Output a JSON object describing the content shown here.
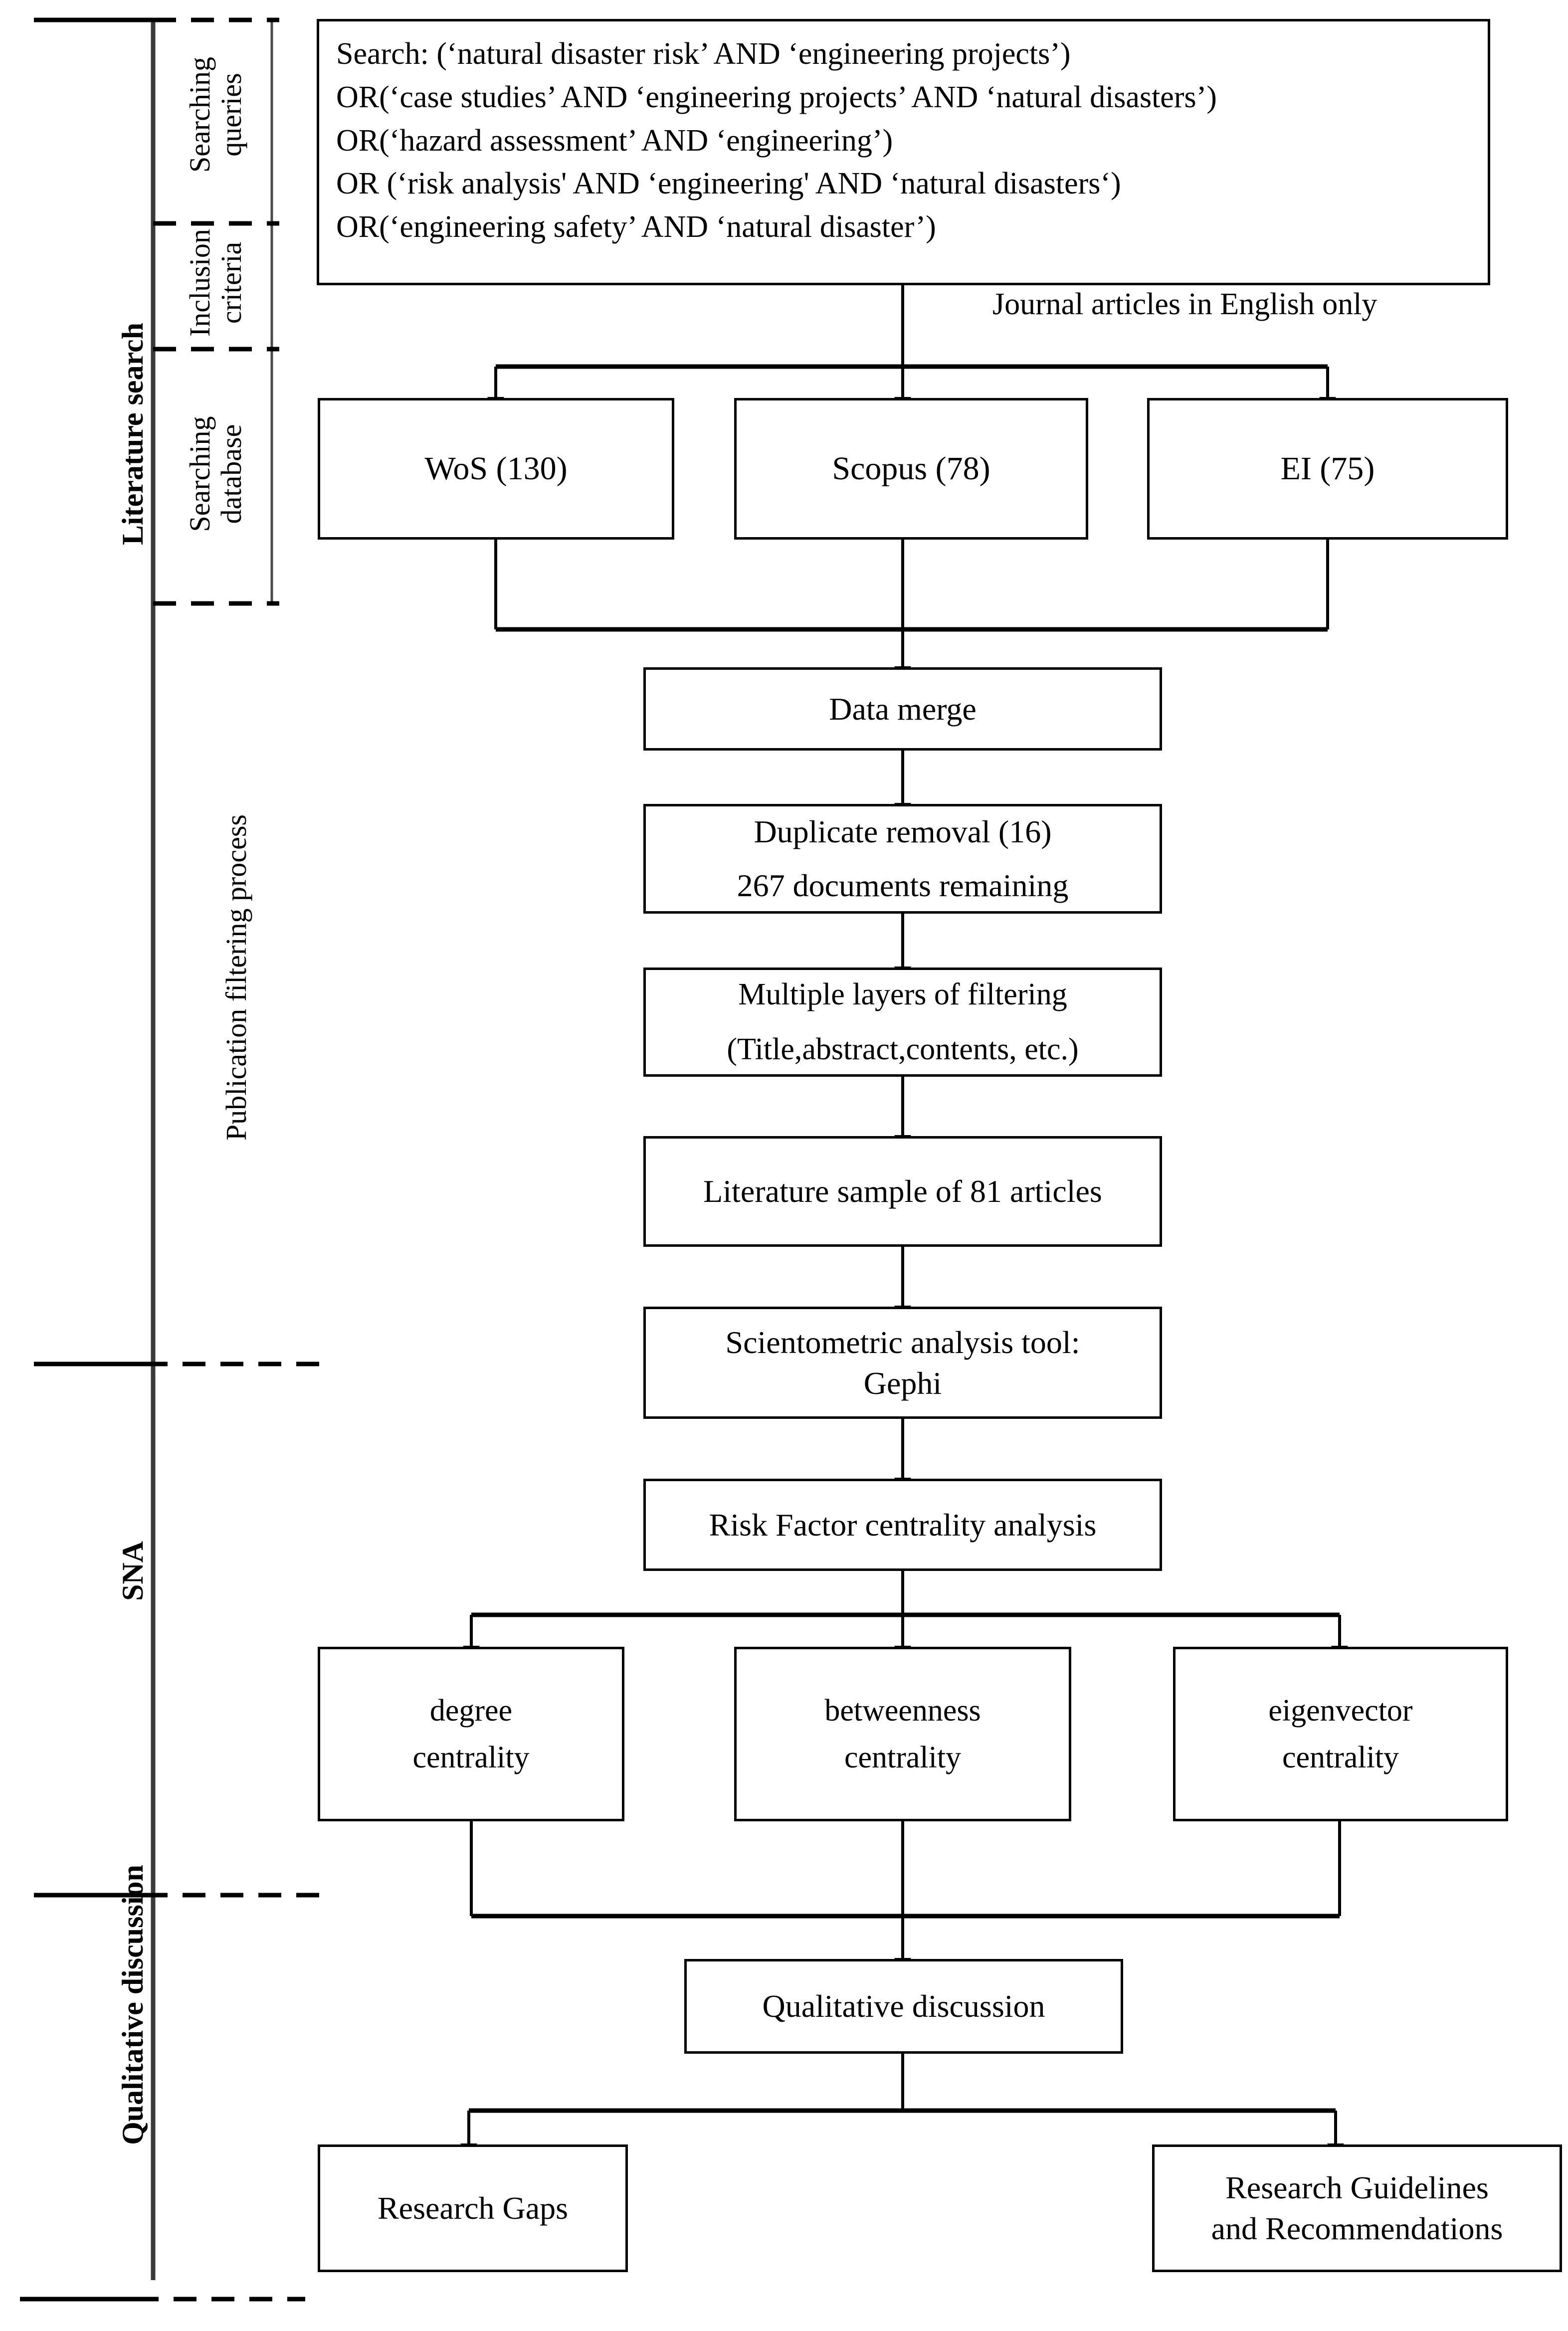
{
  "figure": {
    "type": "flowchart",
    "title": "Literature search and review methodology flowchart"
  },
  "rails": {
    "major": [
      {
        "label": "Literature search"
      },
      {
        "label": "SNA"
      },
      {
        "label": "Qualitative discussion"
      }
    ],
    "minor": [
      {
        "line1": "Searching",
        "line2": "queries"
      },
      {
        "line1": "Inclusion",
        "line2": "criteria"
      },
      {
        "line1": "Searching",
        "line2": "database"
      },
      {
        "line1": "Publication filtering process",
        "line2": ""
      }
    ]
  },
  "nodes": {
    "search_query": {
      "name": "search-query-box",
      "lines": [
        "Search: (‘natural disaster risk’ AND ‘engineering projects’)",
        "OR(‘case studies’ AND ‘engineering projects’ AND ‘natural disasters’)",
        "OR(‘hazard assessment’ AND ‘engineering’)",
        "OR (‘risk analysis' AND ‘engineering' AND ‘natural disasters‘)",
        "OR(‘engineering safety’ AND ‘natural disaster’)"
      ]
    },
    "inclusion_note": {
      "text": "Journal articles in English only"
    },
    "wos": {
      "lines": [
        "WoS  (130)"
      ]
    },
    "scopus": {
      "lines": [
        "Scopus (78)"
      ]
    },
    "ei": {
      "lines": [
        "EI (75)"
      ]
    },
    "data_merge": {
      "lines": [
        "Data merge"
      ]
    },
    "duplicate_removal": {
      "lines": [
        "Duplicate removal (16)",
        "267 documents remaining"
      ]
    },
    "filtering": {
      "lines": [
        "Multiple layers of  filtering",
        "(Title,abstract,contents, etc.)"
      ]
    },
    "sample": {
      "lines": [
        "Literature sample of 81 articles"
      ]
    },
    "tool": {
      "lines": [
        "Scientometric analysis tool:",
        "Gephi"
      ]
    },
    "risk_factor": {
      "lines": [
        "Risk Factor centrality analysis"
      ]
    },
    "degree": {
      "lines": [
        "degree",
        "centrality"
      ]
    },
    "betweenness": {
      "lines": [
        "betweenness",
        "centrality"
      ]
    },
    "eigenvector": {
      "lines": [
        "eigenvector",
        "centrality"
      ]
    },
    "qualitative": {
      "lines": [
        "Qualitative discussion"
      ]
    },
    "gaps": {
      "lines": [
        "Research Gaps"
      ]
    },
    "guidelines": {
      "lines": [
        "Research Guidelines",
        "and Recommendations"
      ]
    }
  },
  "colors": {
    "stroke": "#000000",
    "fill": "#ffffff",
    "rail": "#3a3a3a"
  },
  "counts": {
    "wos": 130,
    "scopus": 78,
    "ei": 75,
    "duplicates_removed": 16,
    "documents_remaining": 267,
    "final_sample": 81
  }
}
